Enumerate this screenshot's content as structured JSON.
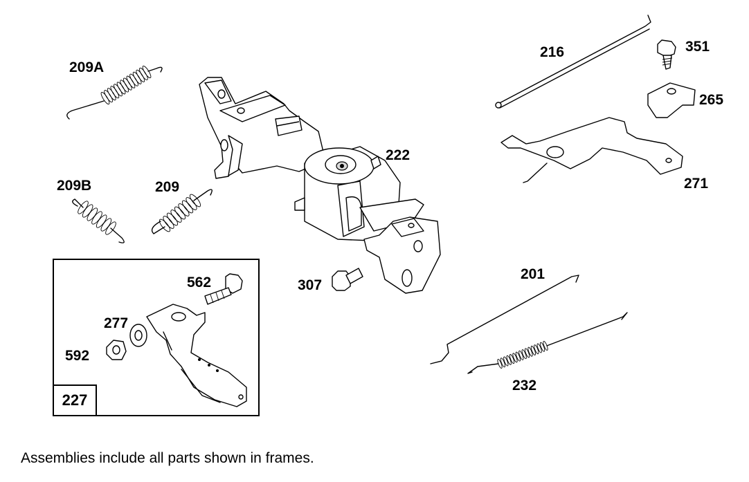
{
  "parts": [
    {
      "id": "209A",
      "name": "part-209a"
    },
    {
      "id": "209B",
      "name": "part-209b"
    },
    {
      "id": "209",
      "name": "part-209"
    },
    {
      "id": "222",
      "name": "part-222"
    },
    {
      "id": "216",
      "name": "part-216"
    },
    {
      "id": "351",
      "name": "part-351"
    },
    {
      "id": "265",
      "name": "part-265"
    },
    {
      "id": "271",
      "name": "part-271"
    },
    {
      "id": "307",
      "name": "part-307"
    },
    {
      "id": "562",
      "name": "part-562"
    },
    {
      "id": "277",
      "name": "part-277"
    },
    {
      "id": "592",
      "name": "part-592"
    },
    {
      "id": "201",
      "name": "part-201"
    },
    {
      "id": "232",
      "name": "part-232"
    }
  ],
  "assembly_frame": {
    "label": "227"
  },
  "footnote": "Assemblies include all parts shown in frames."
}
